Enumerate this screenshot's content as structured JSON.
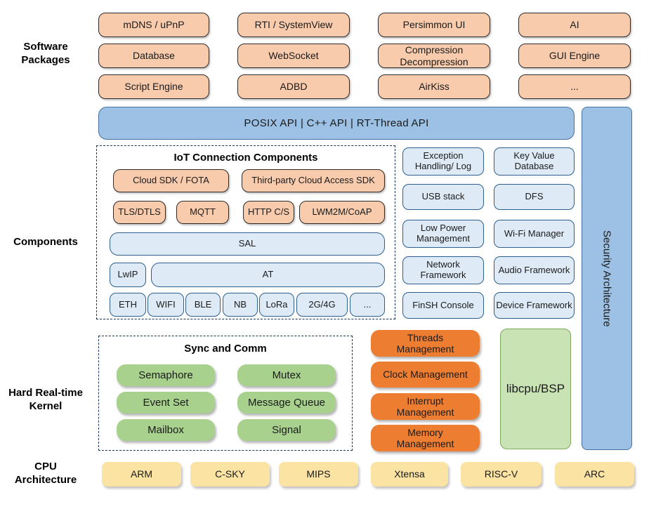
{
  "section_labels": {
    "software_packages": "Software Packages",
    "components": "Components",
    "kernel": "Hard Real-time Kernel",
    "cpu": "CPU Architecture"
  },
  "software_packages": {
    "rows": [
      [
        "mDNS / uPnP",
        "RTI / SystemView",
        "Persimmon UI",
        "AI"
      ],
      [
        "Database",
        "WebSocket",
        "Compression Decompression",
        "GUI Engine"
      ],
      [
        "Script Engine",
        "ADBD",
        "AirKiss",
        "..."
      ]
    ]
  },
  "api_bar": {
    "label": "POSIX API | C++ API | RT-Thread API"
  },
  "security_architecture": {
    "label": "Security Architecture"
  },
  "iot": {
    "title": "IoT Connection Components",
    "cloud_sdk": "Cloud SDK / FOTA",
    "third_party": "Third-party Cloud Access SDK",
    "protocols": [
      "TLS/DTLS",
      "MQTT",
      "HTTP C/S",
      "LWM2M/CoAP"
    ],
    "sal": "SAL",
    "lwip": "LwIP",
    "at": "AT",
    "links": [
      "ETH",
      "WIFI",
      "BLE",
      "NB",
      "LoRa",
      "2G/4G",
      "..."
    ]
  },
  "component_boxes": {
    "left": [
      "Exception Handling/ Log",
      "USB stack",
      "Low Power Management",
      "Network Framework",
      "FinSH Console"
    ],
    "right": [
      "Key Value Database",
      "DFS",
      "Wi-Fi Manager",
      "Audio Framework",
      "Device Framework"
    ]
  },
  "kernel": {
    "sync_title": "Sync and Comm",
    "sync_left": [
      "Semaphore",
      "Event Set",
      "Mailbox"
    ],
    "sync_right": [
      "Mutex",
      "Message Queue",
      "Signal"
    ],
    "management": [
      "Threads Management",
      "Clock Management",
      "Interrupt Management",
      "Memory Management"
    ],
    "libcpu": "libcpu/BSP"
  },
  "cpu_architectures": [
    "ARM",
    "C-SKY",
    "MIPS",
    "Xtensa",
    "RISC-V",
    "ARC"
  ],
  "colors": {
    "package_fill": "#F8CBAD",
    "api_blue_fill": "#9CC1E4",
    "light_blue_fill": "#DEEBF7",
    "light_blue_border": "#2E5F8C",
    "kernel_green": "#A9D18E",
    "management_orange": "#ED7D31",
    "libcpu_green": "#C9E3B4",
    "cpu_yellow": "#FBE3A3",
    "dashed_border": "#17365D"
  }
}
